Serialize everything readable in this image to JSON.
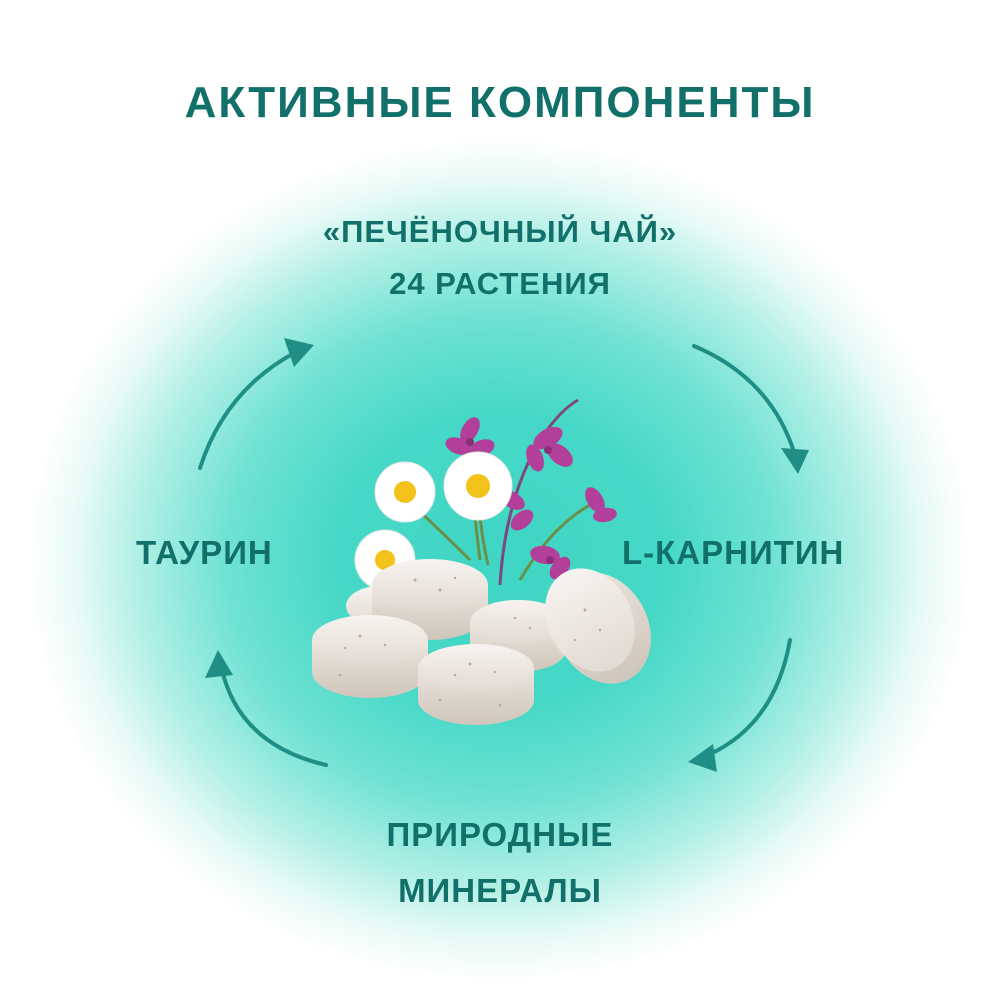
{
  "title": "АКТИВНЫЕ КОМПОНЕНТЫ",
  "components": {
    "top_line1": "«ПЕЧЁНОЧНЫЙ ЧАЙ»",
    "top_line2": "24 РАСТЕНИЯ",
    "left": "ТАУРИН",
    "right": "L-КАРНИТИН",
    "bottom_line1": "ПРИРОДНЫЕ",
    "bottom_line2": "МИНЕРАЛЫ"
  },
  "colors": {
    "text": "#12706a",
    "background_glow": "#3fd6c3",
    "arrow": "#1f8f86"
  },
  "illustration": {
    "items": [
      "tablets",
      "chamomile-flowers",
      "fireweed-flowers"
    ]
  }
}
